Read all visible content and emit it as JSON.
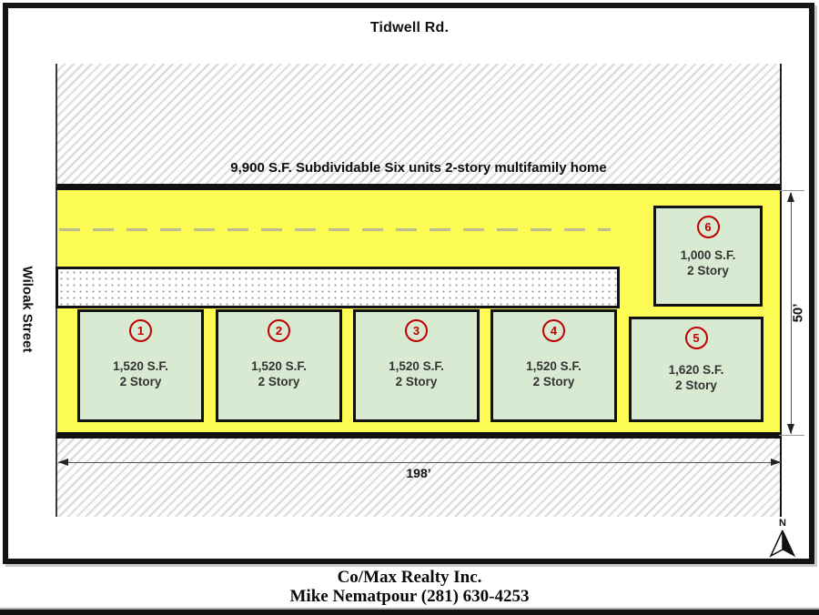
{
  "page": {
    "road_label": "Tidwell Rd.",
    "street_label": "Wiloak Street",
    "lot_label": "9,900 S.F.  Subdividable Six units 2-story multifamily home",
    "width_dimension": "198’",
    "height_dimension": "50’",
    "compass_label": "N"
  },
  "units": [
    {
      "number": "1",
      "area": "1,520 S.F.",
      "stories": "2 Story"
    },
    {
      "number": "2",
      "area": "1,520 S.F.",
      "stories": "2 Story"
    },
    {
      "number": "3",
      "area": "1,520 S.F.",
      "stories": "2 Story"
    },
    {
      "number": "4",
      "area": "1,520 S.F.",
      "stories": "2 Story"
    },
    {
      "number": "5",
      "area": "1,620 S.F.",
      "stories": "2 Story"
    },
    {
      "number": "6",
      "area": "1,000 S.F.",
      "stories": "2 Story"
    }
  ],
  "footer": {
    "company": "Co/Max Realty Inc.",
    "agent": "Mike Nematpour (281) 630-4253"
  },
  "colors": {
    "lot_yellow": "#FBFB54",
    "unit_green": "#D9EAD3",
    "unit_number_red": "#C00000"
  }
}
